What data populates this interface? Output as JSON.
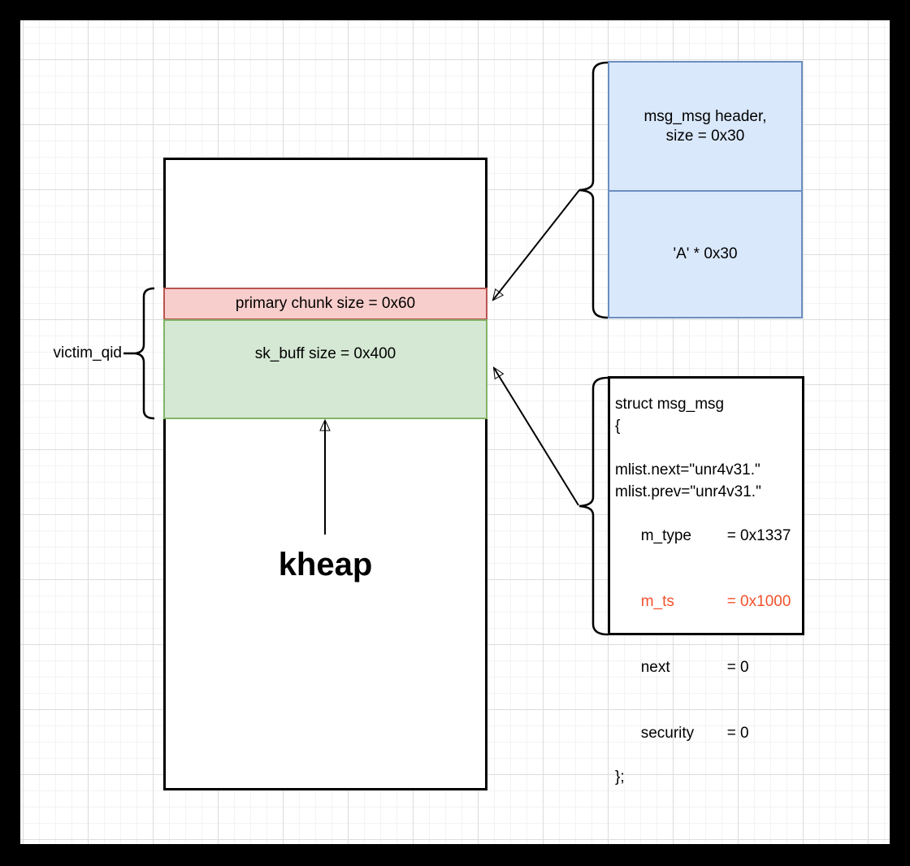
{
  "colors": {
    "frame": "#000000",
    "canvas_bg": "#ffffff",
    "grid_minor": "#f3f3f3",
    "grid_major": "#dcdcdc",
    "kheap_border": "#000000",
    "primary_chunk_fill": "#f8cecc",
    "primary_chunk_border": "#b85450",
    "sk_buff_fill": "#d5e8d4",
    "sk_buff_border": "#82b366",
    "msg_box_fill": "#dae8fc",
    "msg_box_border": "#6c8ebf",
    "highlight_text": "#f2512b",
    "text": "#000000"
  },
  "kheap": {
    "label": "kheap"
  },
  "victim": {
    "label": "victim_qid"
  },
  "primary_chunk": {
    "label": "primary chunk size = 0x60"
  },
  "sk_buff": {
    "label": "sk_buff size = 0x400"
  },
  "msg_box": {
    "header_line1": "msg_msg header,",
    "header_line2": "size = 0x30",
    "payload": "'A' * 0x30"
  },
  "struct_box": {
    "lines": [
      {
        "text": "struct msg_msg"
      },
      {
        "text": "{"
      },
      {
        "text": ""
      },
      {
        "text": "mlist.next=\"unr4v31.\""
      },
      {
        "text": "mlist.prev=\"unr4v31.\""
      },
      {
        "name": "m_type",
        "value": "= 0x1337"
      },
      {
        "name": "m_ts",
        "value": "= 0x1000",
        "highlight": true
      },
      {
        "name": "next",
        "value": "= 0"
      },
      {
        "name": "security",
        "value": "= 0"
      },
      {
        "text": "};"
      }
    ]
  }
}
